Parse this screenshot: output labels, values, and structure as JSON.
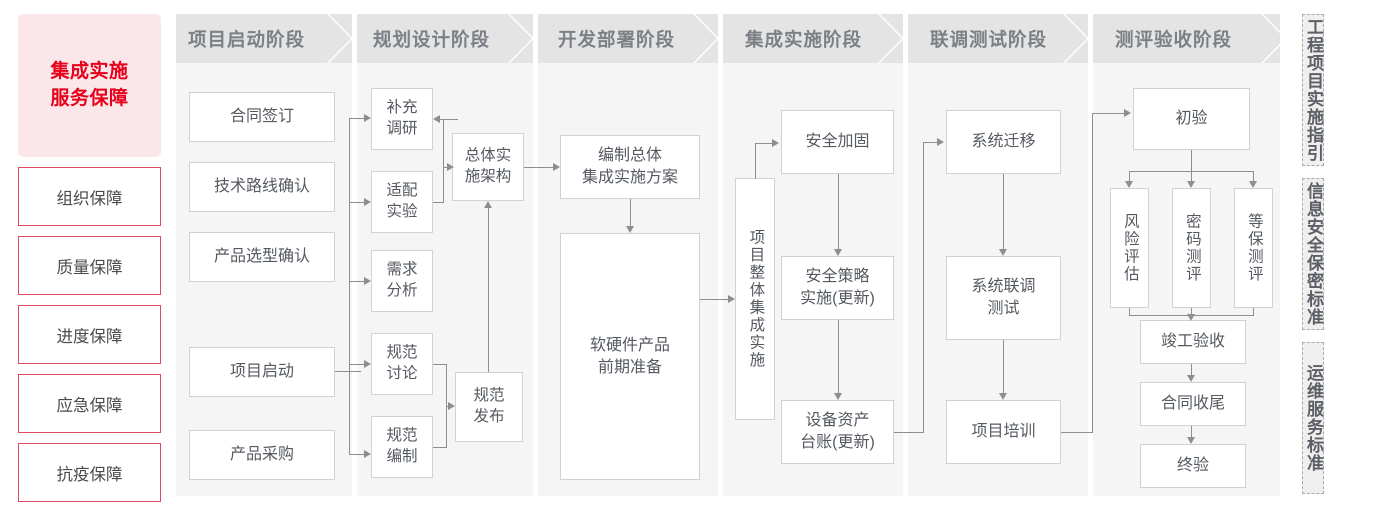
{
  "left_rail": {
    "title": "集成实施\n服务保障",
    "title_line1": "集成实施",
    "title_line2": "服务保障",
    "accent_color": "#e60019",
    "title_bg": "#fbe7ea",
    "border_color": "#e0495f",
    "items": [
      {
        "label": "组织保障"
      },
      {
        "label": "质量保障"
      },
      {
        "label": "进度保障"
      },
      {
        "label": "应急保障"
      },
      {
        "label": "抗疫保障"
      }
    ]
  },
  "phases": [
    {
      "label": "项目启动阶段"
    },
    {
      "label": "规划设计阶段"
    },
    {
      "label": "开发部署阶段"
    },
    {
      "label": "集成实施阶段"
    },
    {
      "label": "联调测试阶段"
    },
    {
      "label": "测评验收阶段"
    }
  ],
  "nodes": {
    "p1": [
      {
        "label": "合同签订"
      },
      {
        "label": "技术路线确认"
      },
      {
        "label": "产品选型确认"
      },
      {
        "label": "项目启动"
      },
      {
        "label": "产品采购"
      }
    ],
    "p2_left": [
      {
        "label": "补充\n调研",
        "l1": "补充",
        "l2": "调研"
      },
      {
        "label": "适配\n实验",
        "l1": "适配",
        "l2": "实验"
      },
      {
        "label": "需求\n分析",
        "l1": "需求",
        "l2": "分析"
      },
      {
        "label": "规范\n讨论",
        "l1": "规范",
        "l2": "讨论"
      },
      {
        "label": "规范\n编制",
        "l1": "规范",
        "l2": "编制"
      }
    ],
    "p2_right": [
      {
        "label": "总体实\n施架构",
        "l1": "总体实",
        "l2": "施架构"
      },
      {
        "label": "规范\n发布",
        "l1": "规范",
        "l2": "发布"
      }
    ],
    "p3": [
      {
        "label": "编制总体\n集成实施方案",
        "l1": "编制总体",
        "l2": "集成实施方案"
      },
      {
        "label": "软硬件产品\n前期准备",
        "l1": "软硬件产品",
        "l2": "前期准备"
      }
    ],
    "p4_gate": {
      "label": "项目整体集成实施"
    },
    "p4": [
      {
        "label": "安全加固"
      },
      {
        "label": "安全策略\n实施(更新)",
        "l1": "安全策略",
        "l2": "实施(更新)"
      },
      {
        "label": "设备资产\n台账(更新)",
        "l1": "设备资产",
        "l2": "台账(更新)"
      }
    ],
    "p5": [
      {
        "label": "系统迁移"
      },
      {
        "label": "系统联调\n测试",
        "l1": "系统联调",
        "l2": "测试"
      },
      {
        "label": "项目培训"
      }
    ],
    "p6_top": {
      "label": "初验"
    },
    "p6_mid": [
      {
        "label": "风险评估"
      },
      {
        "label": "密码测评"
      },
      {
        "label": "等保测评"
      }
    ],
    "p6_bottom": [
      {
        "label": "竣工验收"
      },
      {
        "label": "合同收尾"
      },
      {
        "label": "终验"
      }
    ]
  },
  "right_rail": {
    "items": [
      {
        "label": "工程项目实施指引"
      },
      {
        "label": "信息安全保密标准"
      },
      {
        "label": "运维服务标准"
      }
    ]
  }
}
